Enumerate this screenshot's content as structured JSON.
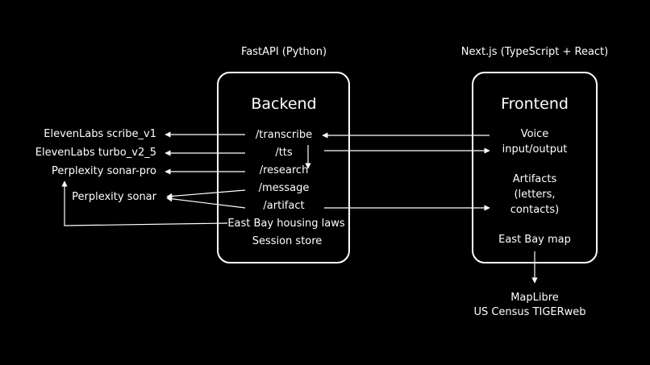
{
  "colors": {
    "background": "#000000",
    "foreground": "#ffffff"
  },
  "backend": {
    "caption": "FastAPI (Python)",
    "title": "Backend",
    "routes": [
      "/transcribe",
      "/tts",
      "/research",
      "/message",
      "/artifact"
    ],
    "housing_laws": "East Bay housing laws",
    "session_store": "Session store"
  },
  "frontend": {
    "caption": "Next.js (TypeScript + React)",
    "title": "Frontend",
    "voice": [
      "Voice",
      "input/output"
    ],
    "artifacts": [
      "Artifacts",
      "(letters,",
      "contacts)"
    ],
    "map": "East Bay map"
  },
  "external": {
    "scribe": "ElevenLabs scribe_v1",
    "turbo": "ElevenLabs turbo_v2_5",
    "sonar_pro": "Perplexity sonar-pro",
    "sonar": "Perplexity sonar"
  },
  "map_services": [
    "MapLibre",
    "US Census TIGERweb"
  ]
}
